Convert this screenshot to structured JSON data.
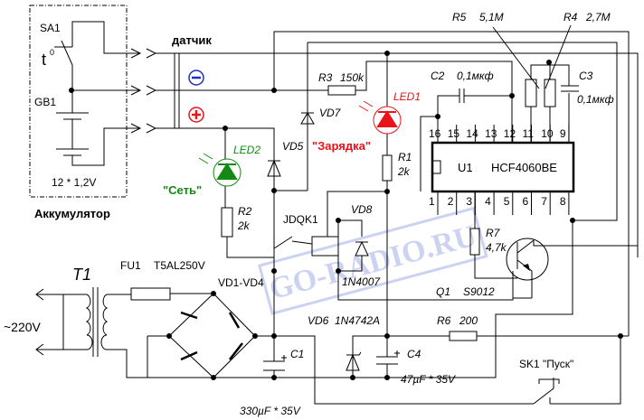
{
  "battery": {
    "switch": "SA1",
    "temp": "t",
    "temp_sup": "0",
    "cell": "GB1",
    "rating": "12 * 1,2V",
    "title": "Аккумулятор"
  },
  "sensor": {
    "label": "датчик",
    "minus": "−",
    "plus": "+"
  },
  "r3": {
    "ref": "R3",
    "value": "150k"
  },
  "vd7": "VD7",
  "vd5": "VD5",
  "led1": {
    "ref": "LED1",
    "caption": "\"Зарядка\"",
    "color": "#e8141a"
  },
  "led2": {
    "ref": "LED2",
    "caption": "\"Сеть\"",
    "color": "#138a13"
  },
  "r1": {
    "ref": "R1",
    "value": "2k"
  },
  "r2": {
    "ref": "R2",
    "value": "2k"
  },
  "c2": {
    "ref": "C2",
    "value": "0,1мкф"
  },
  "r5": {
    "ref": "R5",
    "value": "5,1M"
  },
  "r4": {
    "ref": "R4",
    "value": "2,7M"
  },
  "c3": {
    "ref": "C3",
    "value": "0,1мкф"
  },
  "u1": {
    "ref": "U1",
    "part": "HCF4060BE",
    "pins_top": [
      "16",
      "15",
      "14",
      "13",
      "12",
      "11",
      "10",
      "9"
    ],
    "pins_bottom": [
      "1",
      "2",
      "3",
      "4",
      "5",
      "6",
      "7",
      "8"
    ]
  },
  "relay": {
    "ref": "JDQK1"
  },
  "vd8": {
    "ref": "VD8",
    "part": "1N4007"
  },
  "r7": {
    "ref": "R7",
    "value": "4,7k"
  },
  "q1": {
    "ref": "Q1",
    "part": "S9012"
  },
  "t1": {
    "ref": "T1",
    "mains": "~220V"
  },
  "fu1": {
    "ref": "FU1",
    "value": "T5AL250V"
  },
  "bridge": "VD1-VD4",
  "c1": {
    "ref": "C1",
    "value": "330µF * 35V"
  },
  "vd6": {
    "ref": "VD6",
    "part": "1N4742A"
  },
  "c4": {
    "ref": "C4",
    "value": "47µF * 35V"
  },
  "r6": {
    "ref": "R6",
    "value": "200"
  },
  "sk1": {
    "ref": "SK1 \"Пуск\""
  },
  "watermark": "GO-RADIO.RU",
  "colors": {
    "minus": "#1a2fbf",
    "plus": "#e8141a",
    "watermark": "#6f7fd8"
  }
}
